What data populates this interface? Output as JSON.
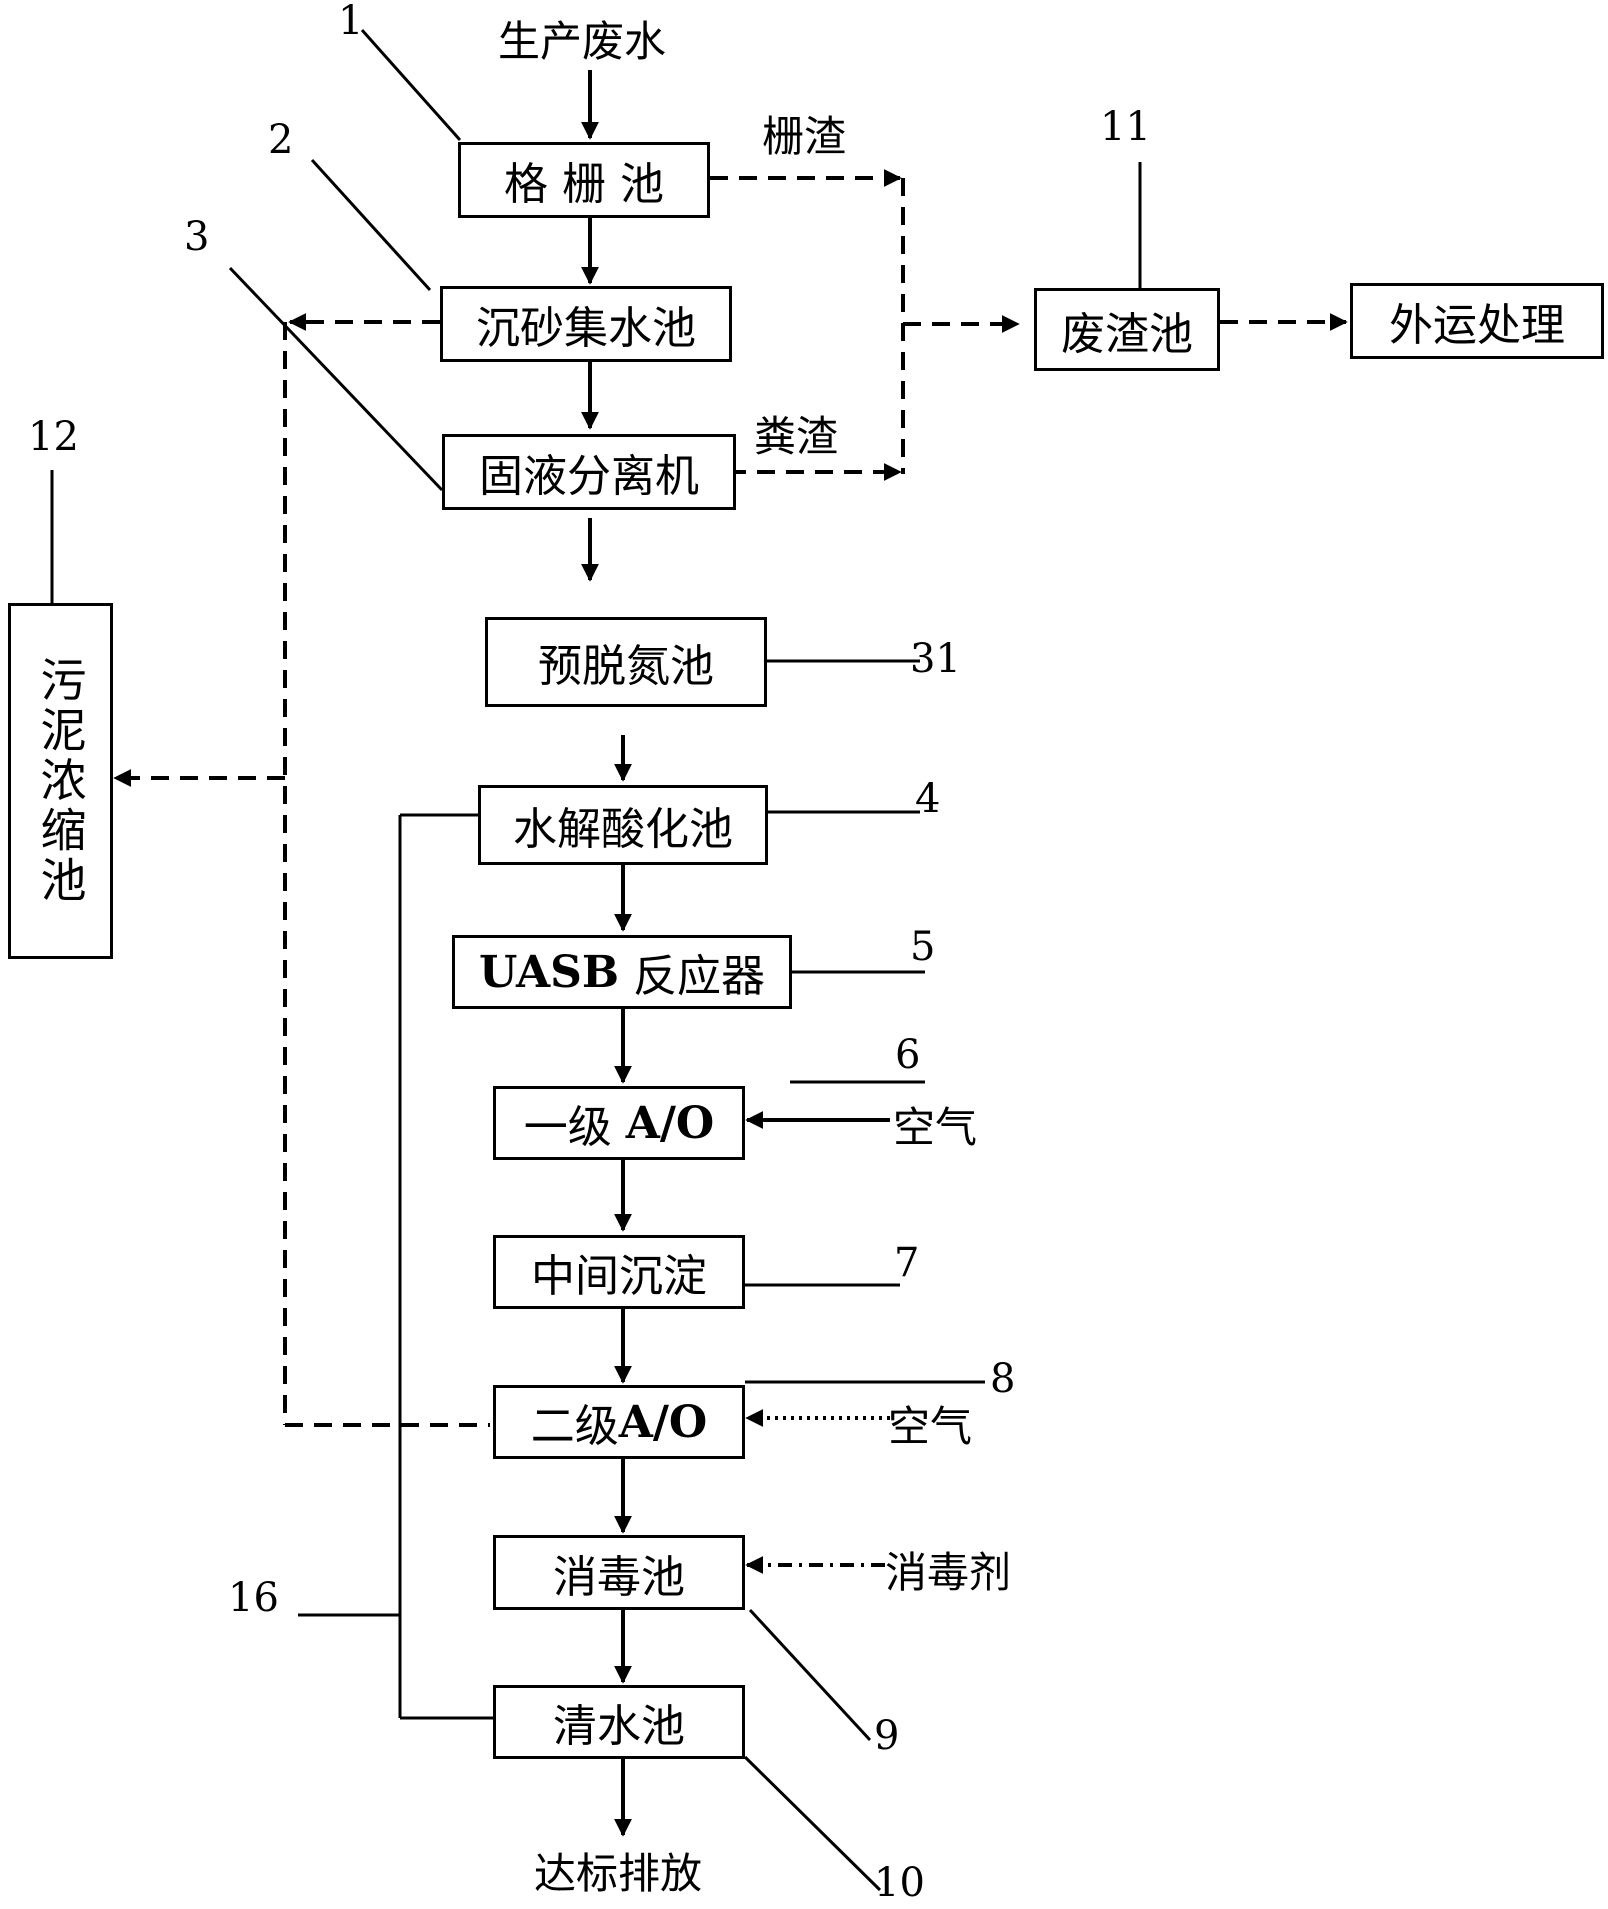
{
  "input_label": "生产废水",
  "boxes": {
    "grille": "格 栅 池",
    "grit": "沉砂集水池",
    "separator": "固液分离机",
    "denitrification": "预脱氮池",
    "hydrolysis": "水解酸化池",
    "uasb_prefix": "UASB",
    "uasb_suffix": "反应器",
    "ao1_prefix": "一级",
    "ao1_suffix": "A/O",
    "settling": "中间沉淀",
    "ao2_prefix": "二级",
    "ao2_suffix": "A/O",
    "disinfection": "消毒池",
    "clear_water": "清水池",
    "slag_pool": "废渣池",
    "transport": "外运处理",
    "sludge": "污泥浓缩池"
  },
  "flow_labels": {
    "screenings": "栅渣",
    "manure_residue": "粪渣",
    "air_1": "空气",
    "air_2": "空气",
    "disinfectant": "消毒剂",
    "discharge": "达标排放"
  },
  "reference_numbers": {
    "n1": "1",
    "n2": "2",
    "n3": "3",
    "n4": "4",
    "n5": "5",
    "n6": "6",
    "n7": "7",
    "n8": "8",
    "n9": "9",
    "n10": "10",
    "n11": "11",
    "n12": "12",
    "n16": "16",
    "n31": "31"
  }
}
